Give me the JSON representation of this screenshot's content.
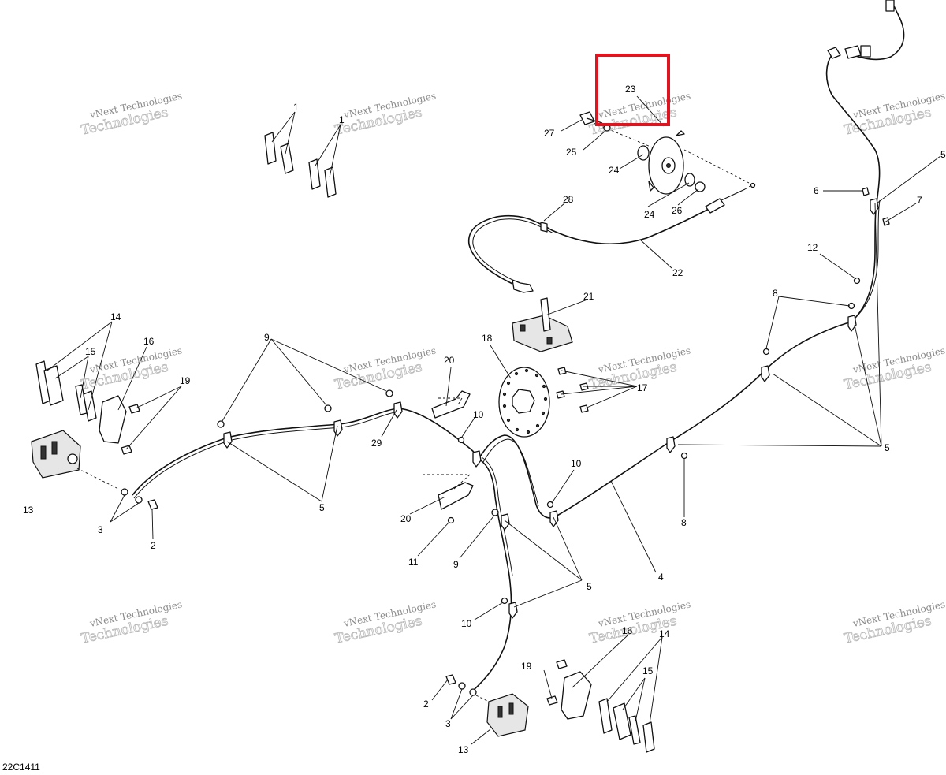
{
  "drawing": {
    "reference_code": "22C1411",
    "watermark_line1": "vNext Technologies",
    "watermark_line2": "Technologies",
    "highlight_color": "#e0141e"
  },
  "callouts": {
    "c1a": "1",
    "c1b": "1",
    "c2a": "2",
    "c2b": "2",
    "c3a": "3",
    "c3b": "3",
    "c4": "4",
    "c5a": "5",
    "c5b": "5",
    "c5c": "5",
    "c5d": "5",
    "c6": "6",
    "c7": "7",
    "c8a": "8",
    "c8b": "8",
    "c9a": "9",
    "c9b": "9",
    "c10a": "10",
    "c10b": "10",
    "c10c": "10",
    "c11": "11",
    "c12": "12",
    "c13a": "13",
    "c13b": "13",
    "c14a": "14",
    "c14b": "14",
    "c15a": "15",
    "c15b": "15",
    "c16a": "16",
    "c16b": "16",
    "c17": "17",
    "c18": "18",
    "c19a": "19",
    "c19b": "19",
    "c20a": "20",
    "c20b": "20",
    "c21": "21",
    "c22": "22",
    "c23": "23",
    "c24a": "24",
    "c24b": "24",
    "c25": "25",
    "c26": "26",
    "c27": "27",
    "c28": "28",
    "c29": "29"
  }
}
